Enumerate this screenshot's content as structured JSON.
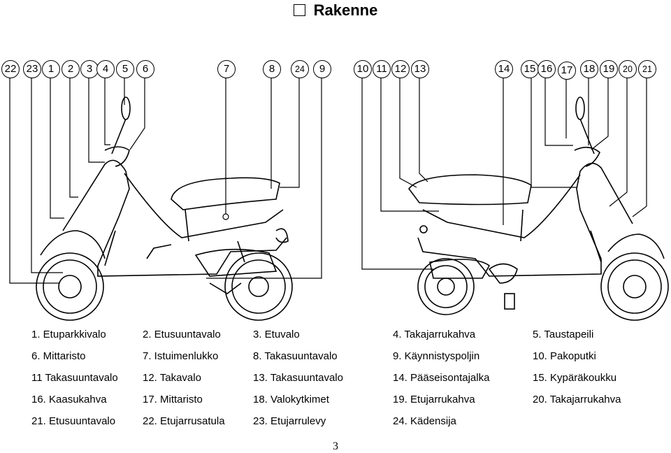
{
  "title": "Rakenne",
  "callouts": [
    {
      "label": "22"
    },
    {
      "label": "23"
    },
    {
      "label": "1"
    },
    {
      "label": "2"
    },
    {
      "label": "3"
    },
    {
      "label": "4"
    },
    {
      "label": "5"
    },
    {
      "label": "6"
    },
    {
      "label": "7"
    },
    {
      "label": "8"
    },
    {
      "label": "24"
    },
    {
      "label": "9"
    },
    {
      "label": "10"
    },
    {
      "label": "11"
    },
    {
      "label": "12"
    },
    {
      "label": "13"
    },
    {
      "label": "14"
    },
    {
      "label": "15"
    },
    {
      "label": "16"
    },
    {
      "label": "17"
    },
    {
      "label": "18"
    },
    {
      "label": "19"
    },
    {
      "label": "20"
    },
    {
      "label": "21"
    }
  ],
  "legend": [
    [
      "1. Etuparkkivalo",
      "2. Etusuuntavalo",
      "3. Etuvalo",
      "4. Takajarrukahva",
      "5. Taustapeili"
    ],
    [
      "6. Mittaristo",
      "7. Istuimenlukko",
      "8. Takasuuntavalo",
      "9. Käynnistyspoljin",
      "10. Pakoputki"
    ],
    [
      "11 Takasuuntavalo",
      "12. Takavalo",
      "13. Takasuuntavalo",
      "14. Pääseisontajalka",
      "15. Kypäräkoukku"
    ],
    [
      "16. Kaasukahva",
      "17. Mittaristo",
      "18. Valokytkimet",
      "19. Etujarrukahva",
      "20. Takajarrukahva"
    ],
    [
      "21. Etusuuntavalo",
      "22. Etujarrusatula",
      "23. Etujarrulevy",
      "24. Kädensija"
    ]
  ],
  "page_number": "3"
}
